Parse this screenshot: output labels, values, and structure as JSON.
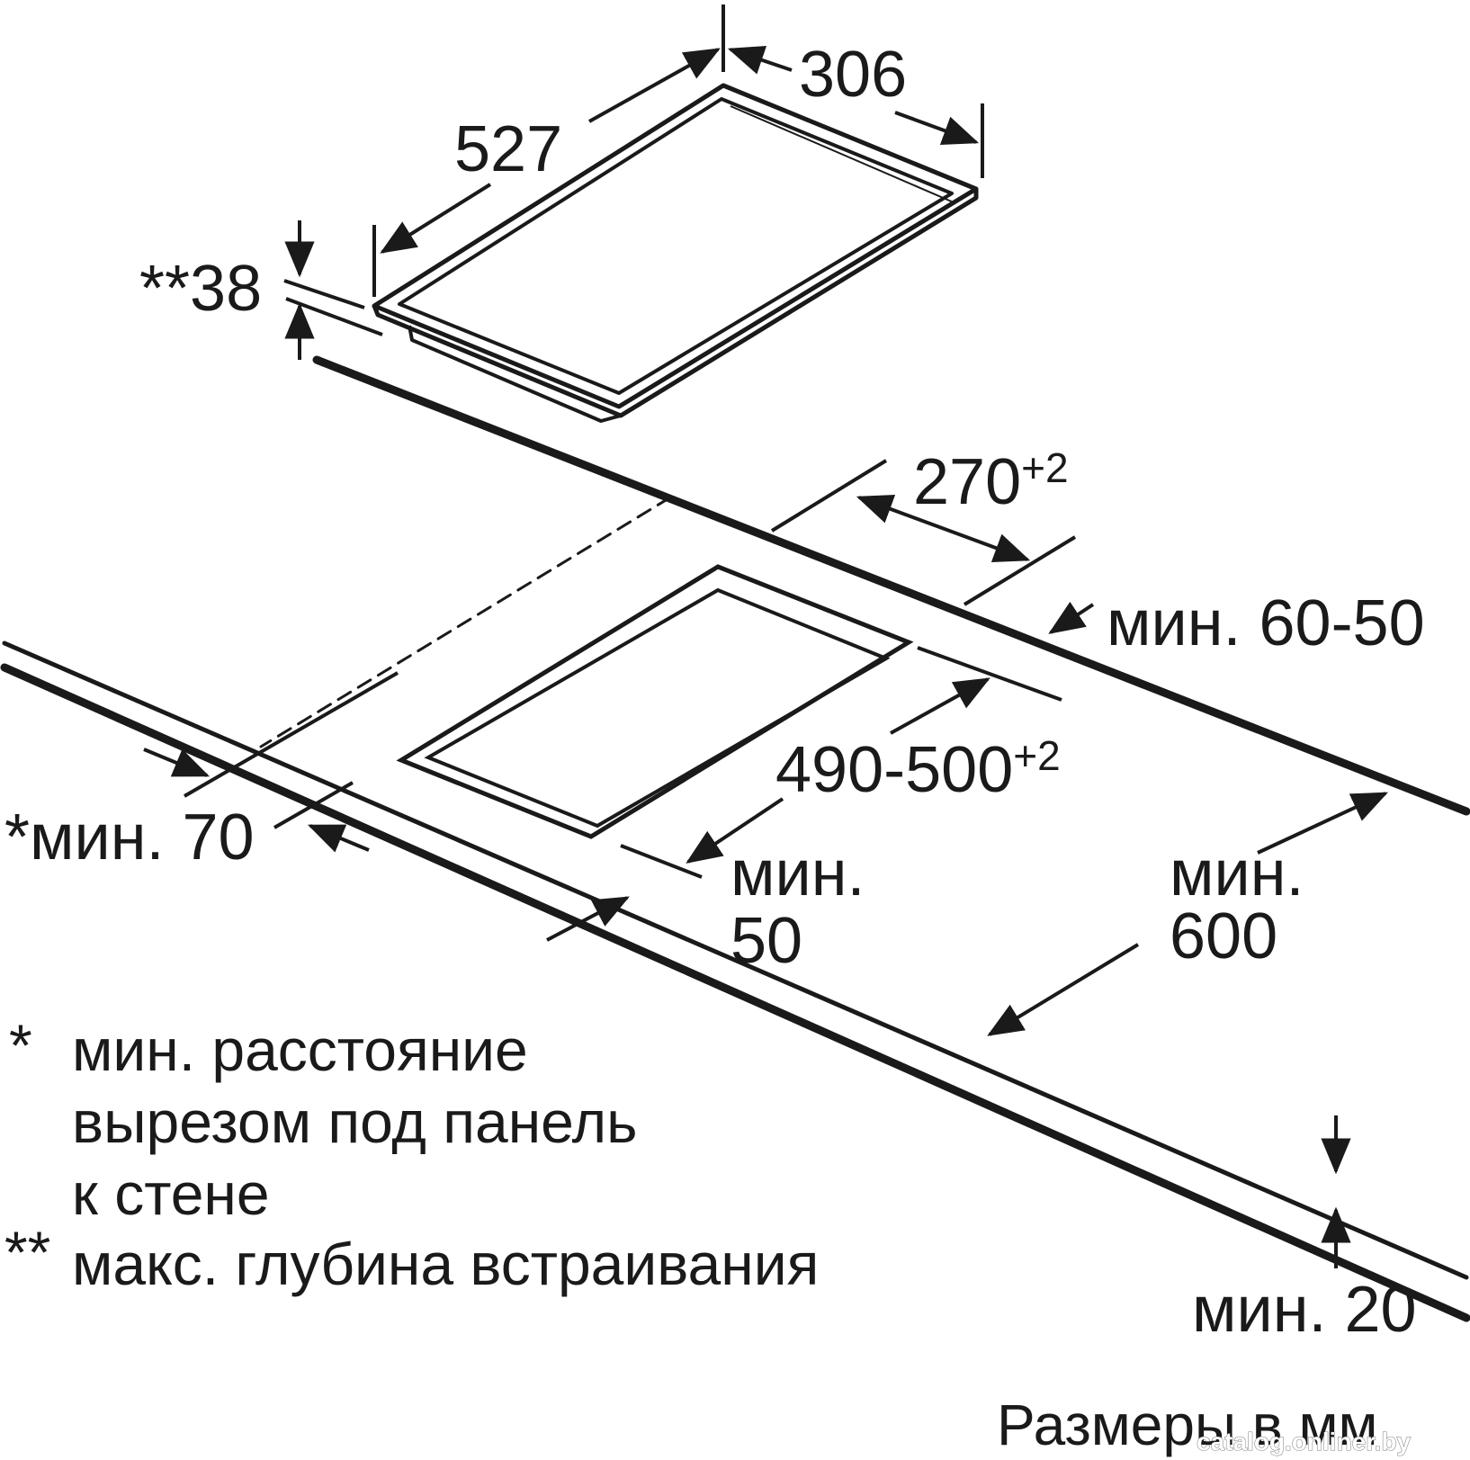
{
  "dimensions": {
    "width_306": "306",
    "length_527": "527",
    "depth_38": "**38",
    "cutout_width": "270",
    "cutout_width_tol": "+2",
    "cutout_length": "490-500",
    "cutout_length_tol": "+2",
    "min_60_50": "мин. 60-50",
    "min_70": "*мин. 70",
    "min_50_word": "мин.",
    "min_50_value": "50",
    "min_600_word": "мин.",
    "min_600_value": "600",
    "min_20": "мин. 20"
  },
  "notes": [
    {
      "marker": "*",
      "lines": [
        "мин. расстояние",
        "вырезом под панель",
        "к стене"
      ]
    },
    {
      "marker": "**",
      "lines": [
        "макс. глубина встраивания"
      ]
    }
  ],
  "units_label": "Размеры в мм",
  "watermark": "catalog.onliner.by"
}
